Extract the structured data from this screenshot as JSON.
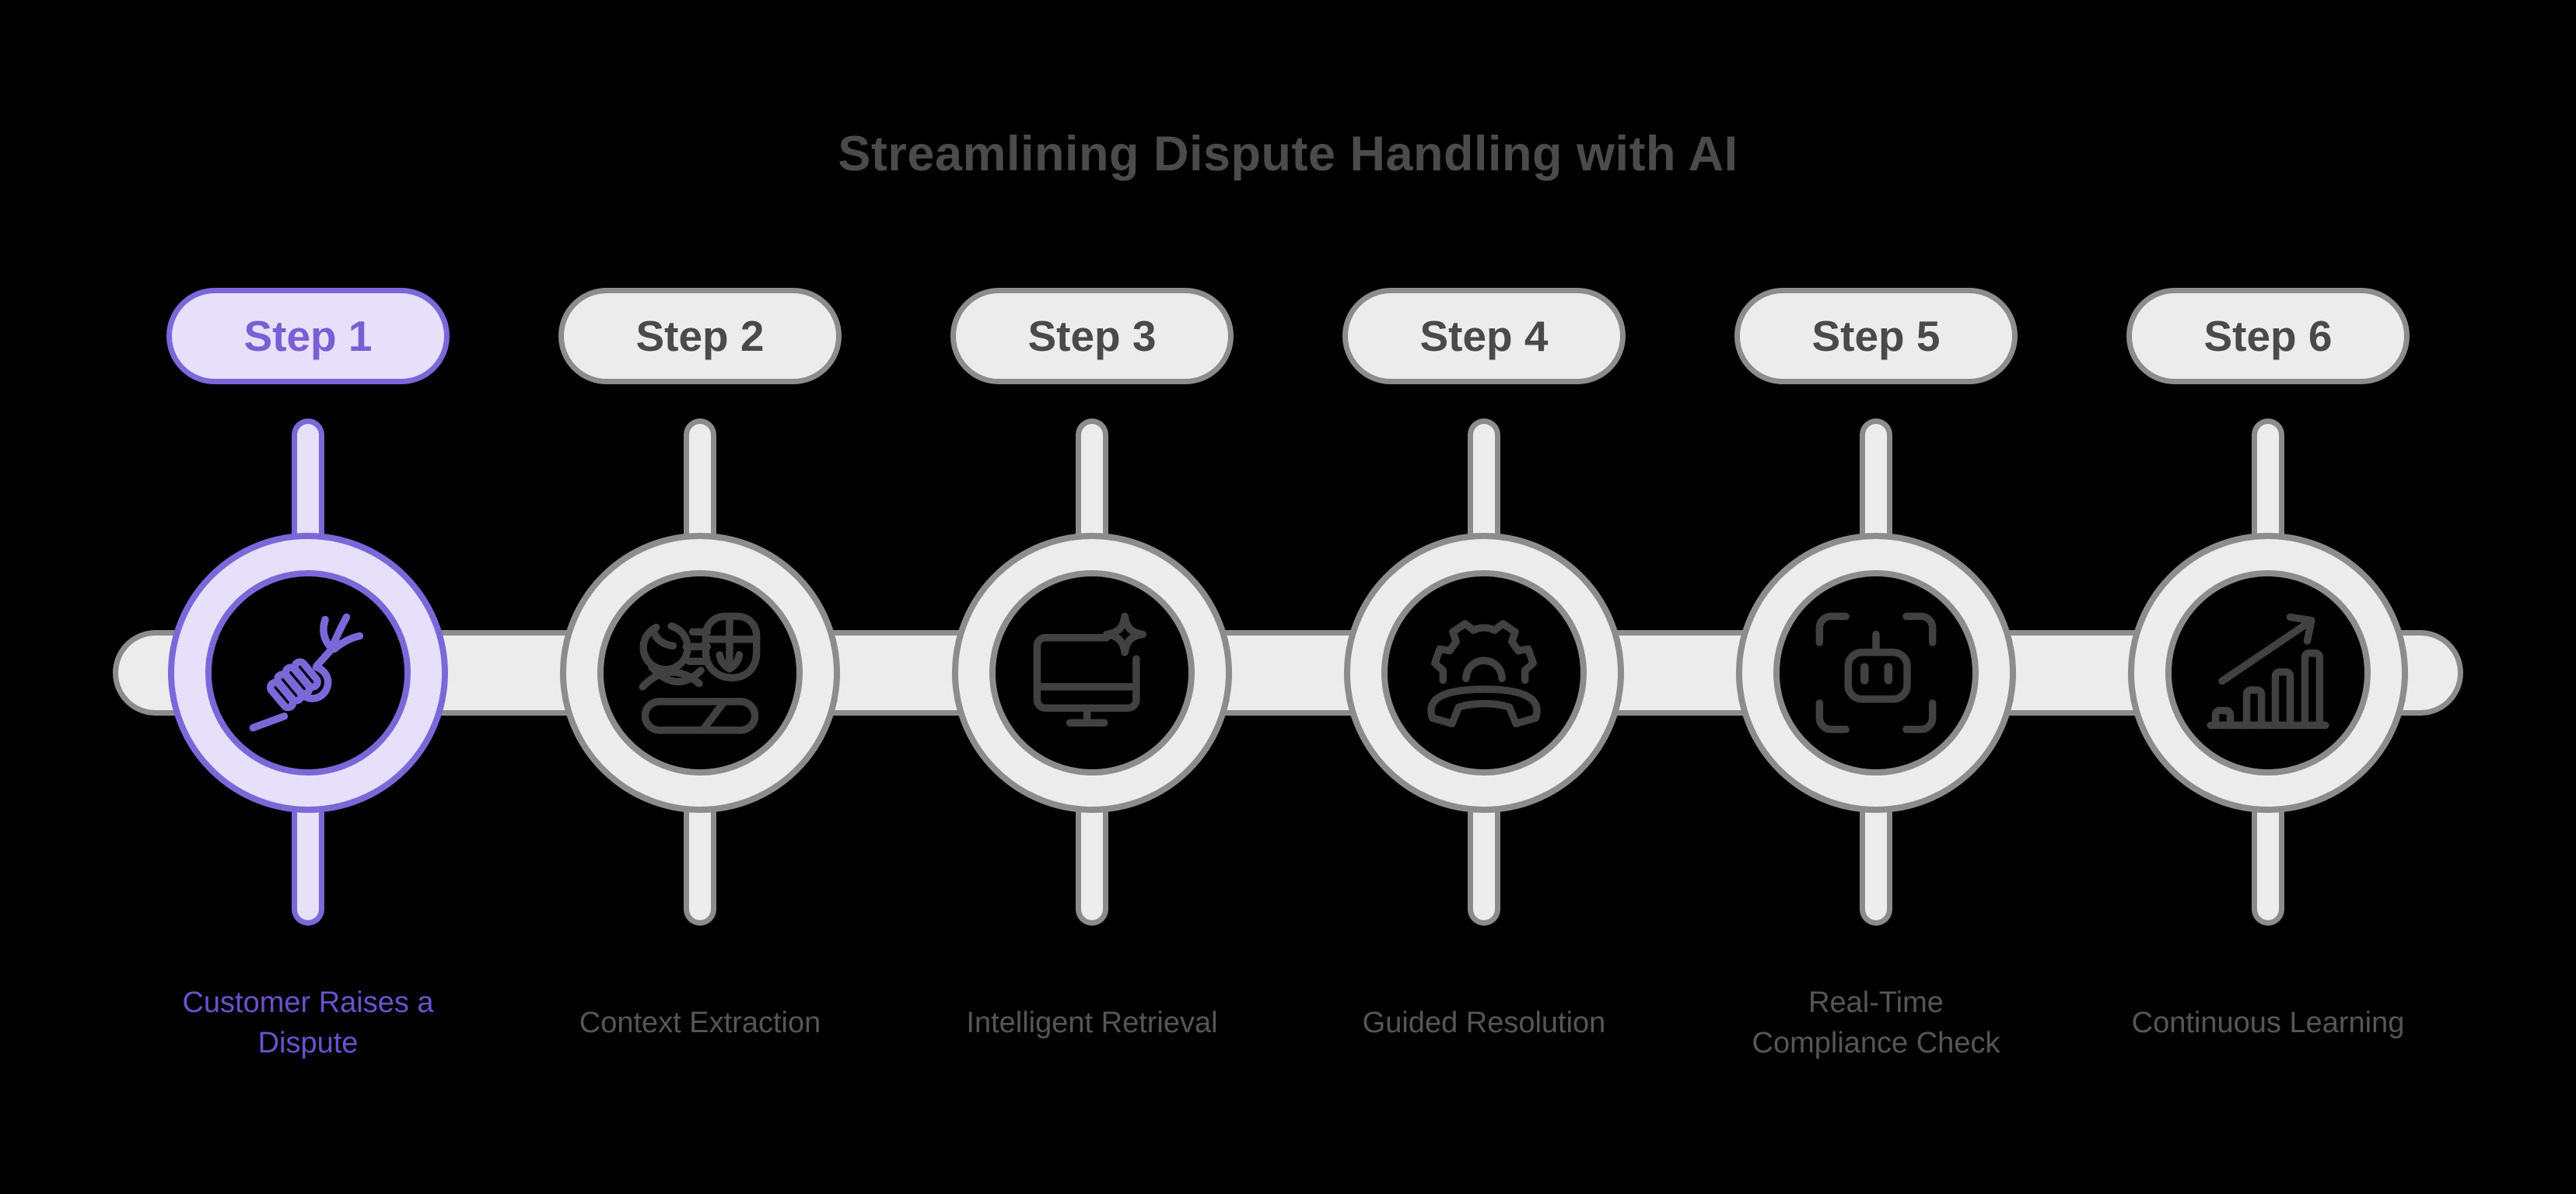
{
  "title": "Streamlining Dispute Handling with AI",
  "colors": {
    "background": "#000000",
    "title_color": "#4b4b4b",
    "accent_border": "#7b68d8",
    "accent_fill": "#e6e0fa",
    "accent_text": "#7a5fd3",
    "accent_label": "#6b51cb",
    "neutral_border": "#8c8c8c",
    "neutral_fill": "#ececec",
    "neutral_text": "#4a4a4a",
    "neutral_label": "#565656",
    "icon_gray": "#414141"
  },
  "steps": [
    {
      "pill_label": "Step 1",
      "title": "Customer Raises a\nDispute",
      "icon": "hand-holding-fork-icon",
      "active": true
    },
    {
      "pill_label": "Step 2",
      "title": "Context Extraction",
      "icon": "context-extraction-icon",
      "active": false
    },
    {
      "pill_label": "Step 3",
      "title": "Intelligent Retrieval",
      "icon": "monitor-sparkle-icon",
      "active": false
    },
    {
      "pill_label": "Step 4",
      "title": "Guided Resolution",
      "icon": "gear-handset-icon",
      "active": false
    },
    {
      "pill_label": "Step 5",
      "title": "Real-Time\nCompliance Check",
      "icon": "robot-scan-icon",
      "active": false
    },
    {
      "pill_label": "Step 6",
      "title": "Continuous Learning",
      "icon": "growth-chart-icon",
      "active": false
    }
  ]
}
